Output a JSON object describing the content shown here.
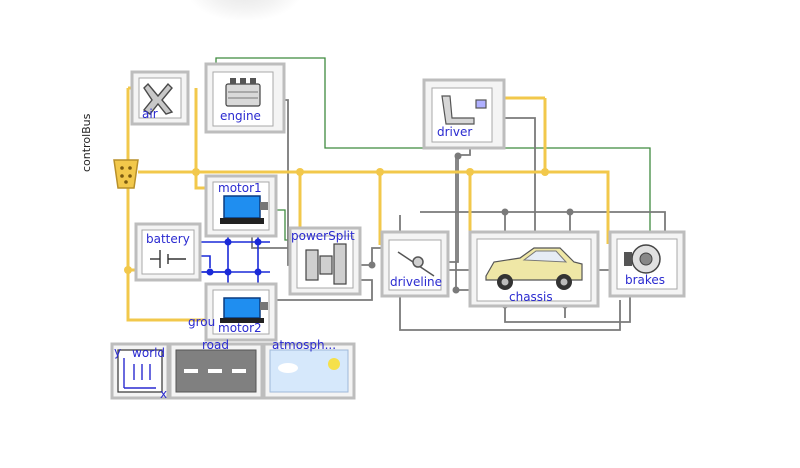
{
  "components": {
    "controlBus": "controlBus",
    "air": "air",
    "engine": "engine",
    "driver": "driver",
    "motor1": "motor1",
    "battery": "battery",
    "powerSplit": "powerSplit",
    "driveline": "driveline",
    "chassis": "chassis",
    "brakes": "brakes",
    "motor2": "motor2",
    "world": "world",
    "road": "road",
    "atmosphere": "atmosph...",
    "ground": "grou"
  },
  "world_axes": {
    "x": "x",
    "y": "y"
  },
  "colors": {
    "bus": "#f2c84b",
    "mechanical": "#7a7a7a",
    "electrical": "#1a2ad8",
    "signal": "#3f8a3f",
    "label": "#2a2ad0",
    "block_frame": "#bdbdbd"
  },
  "icons": [
    "air-icon",
    "engine-icon",
    "driver-seat-icon",
    "motor-icon",
    "battery-icon",
    "planetary-gear-icon",
    "driveline-icon",
    "car-icon",
    "brake-disc-icon",
    "world-axes-icon",
    "road-icon",
    "sky-sun-icon",
    "bus-connector-icon"
  ]
}
